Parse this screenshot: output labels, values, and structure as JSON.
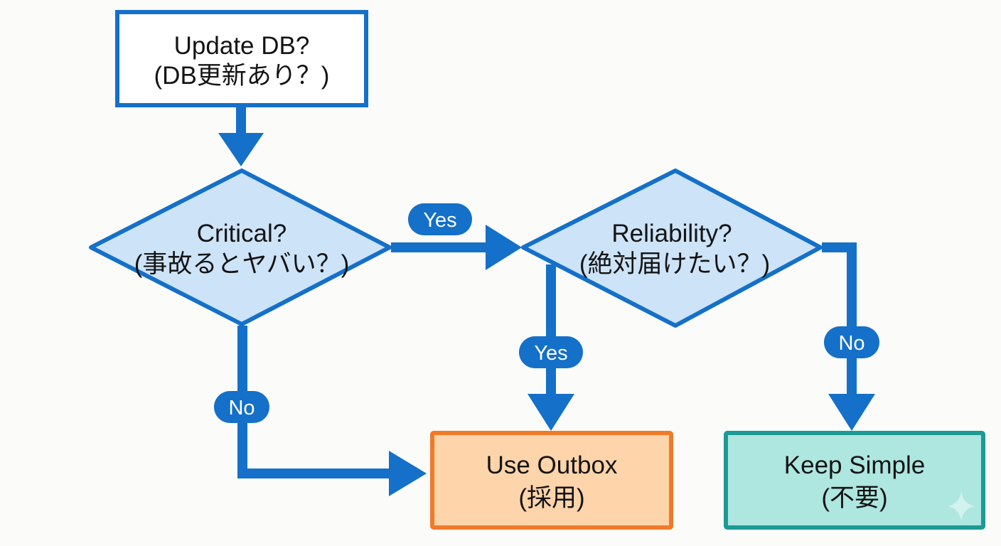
{
  "nodes": {
    "update_db": {
      "line1": "Update DB?",
      "line2": "(DB更新あり？)"
    },
    "critical": {
      "line1": "Critical?",
      "line2": "(事故るとヤバい？)"
    },
    "reliability": {
      "line1": "Reliability?",
      "line2": "(絶対届けたい？)"
    },
    "use_outbox": {
      "line1": "Use Outbox",
      "line2": "(採用)"
    },
    "keep_simple": {
      "line1": "Keep Simple",
      "line2": "(不要)"
    }
  },
  "edge_labels": {
    "critical_yes": "Yes",
    "critical_no": "No",
    "reliability_yes": "Yes",
    "reliability_no": "No"
  },
  "colors": {
    "line": "#1470c8",
    "decision_fill": "#cde3f8",
    "start_fill": "#ffffff",
    "outbox_border": "#f07a28",
    "outbox_fill": "#fed4aa",
    "simple_border": "#1c9a94",
    "simple_fill": "#aee6e0"
  }
}
